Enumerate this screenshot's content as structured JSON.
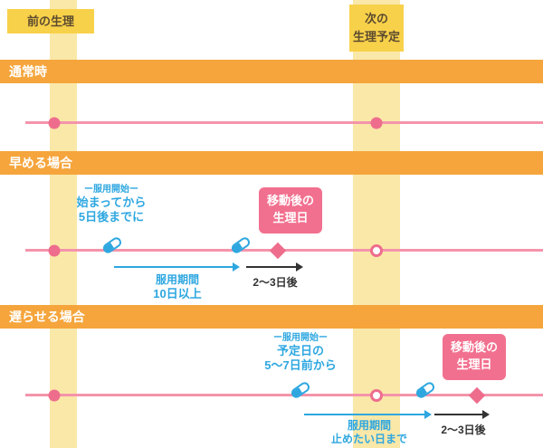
{
  "labels": {
    "previous_period": "前の生理",
    "next_period_line1": "次の",
    "next_period_line2": "生理予定"
  },
  "sections": {
    "normal": {
      "title": "通常時"
    },
    "advance": {
      "title": "早める場合",
      "start_note_header": "ー服用開始ー",
      "start_note_line1": "始まってから",
      "start_note_line2": "5日後までに",
      "duration_label": "服用期間",
      "duration_value": "10日以上",
      "after_label": "2〜3日後",
      "result_line1": "移動後の",
      "result_line2": "生理日"
    },
    "delay": {
      "title": "遅らせる場合",
      "start_note_header": "ー服用開始ー",
      "start_note_line1": "予定日の",
      "start_note_line2": "5〜7日前から",
      "duration_label": "服用期間",
      "duration_value": "止めたい日まで",
      "after_label": "2〜3日後",
      "result_line1": "移動後の",
      "result_line2": "生理日"
    }
  },
  "icons": {
    "period_dot": "filled-pink-circle",
    "pill": "blue-white-capsule",
    "moved_period": "pink-diamond",
    "skipped_period": "open-pink-circle"
  },
  "colors": {
    "header_orange": "#F5A53C",
    "band_yellow": "#FAE8A8",
    "label_yellow": "#F8D14A",
    "line_pink": "#F494AB",
    "marker_pink": "#EE6D8D",
    "badge_pink": "#F2708F",
    "note_blue": "#2EA7E0",
    "arrow_black": "#333333"
  }
}
